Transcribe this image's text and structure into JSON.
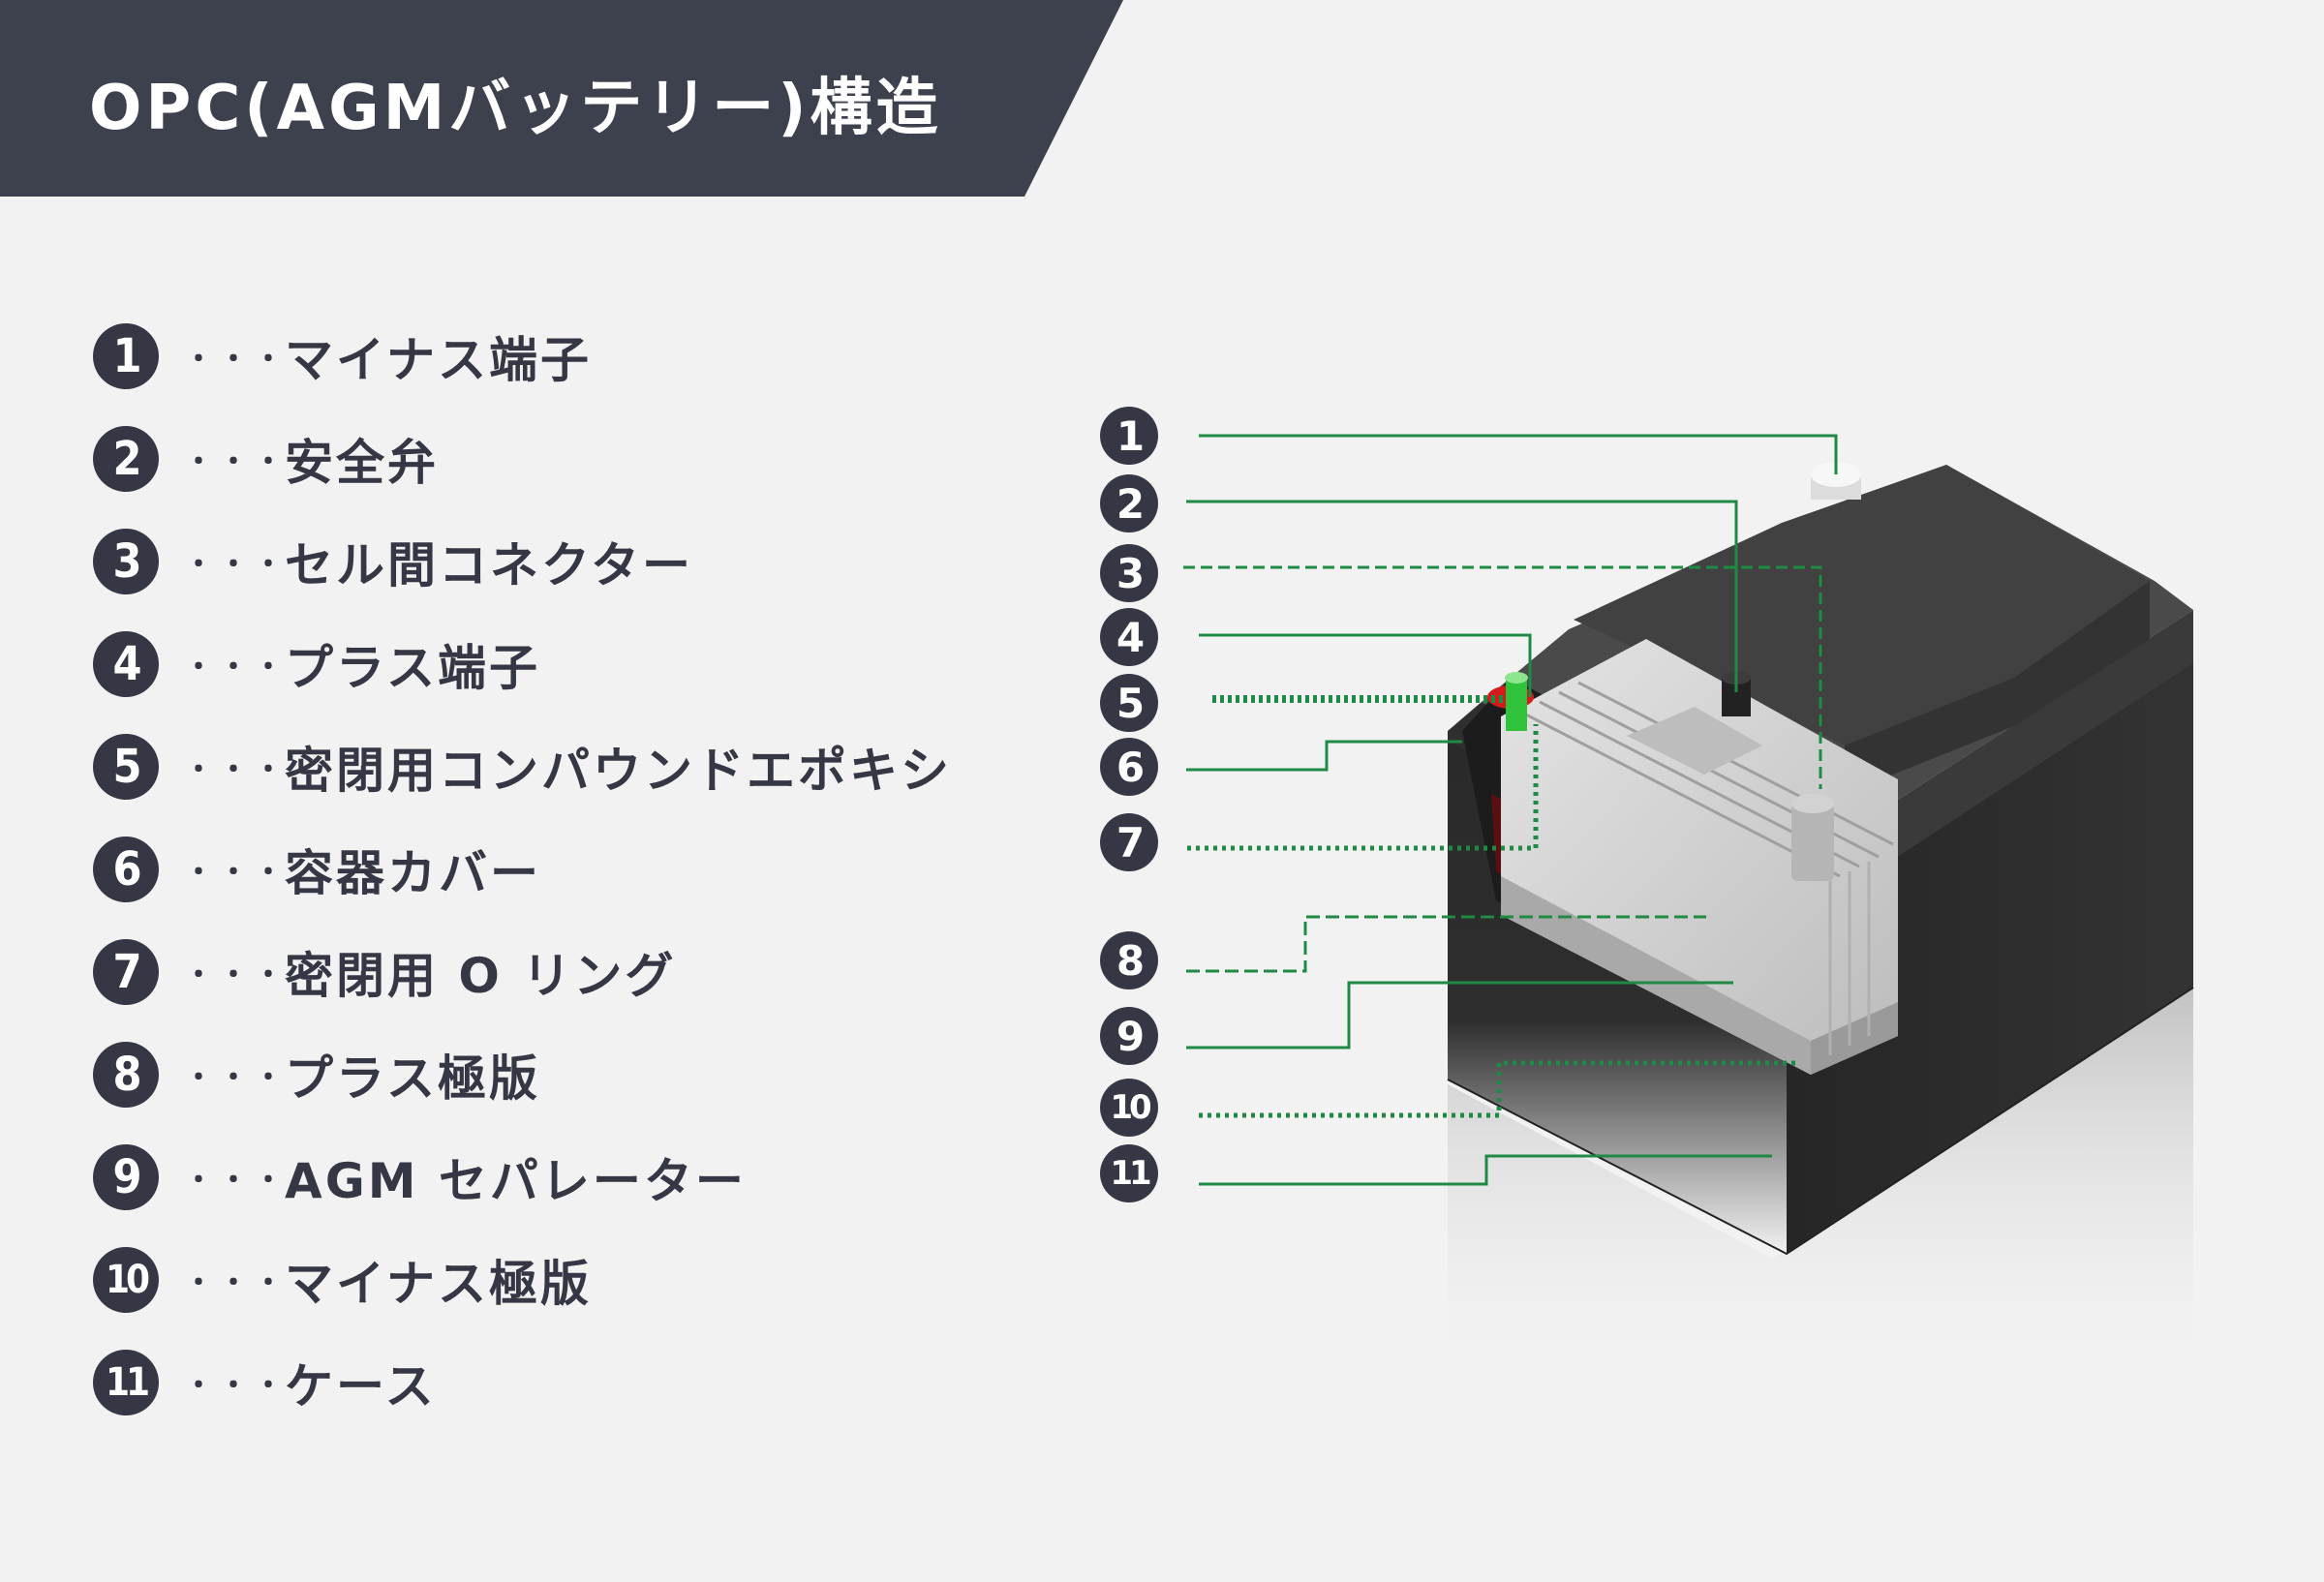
{
  "title": "OPC(AGMバッテリー)構造",
  "separator": "・・・",
  "items": [
    {
      "num": "1",
      "label": "マイナス端子"
    },
    {
      "num": "2",
      "label": "安全弁"
    },
    {
      "num": "3",
      "label": "セル間コネクター"
    },
    {
      "num": "4",
      "label": "プラス端子"
    },
    {
      "num": "5",
      "label": "密閉用コンパウンドエポキシ"
    },
    {
      "num": "6",
      "label": "容器カバー"
    },
    {
      "num": "7",
      "label": "密閉用 O リング"
    },
    {
      "num": "8",
      "label": "プラス極版"
    },
    {
      "num": "9",
      "label": "AGM セパレーター"
    },
    {
      "num": "10",
      "label": "マイナス極版"
    },
    {
      "num": "11",
      "label": "ケース"
    }
  ],
  "colors": {
    "banner": "#3d404d",
    "badge": "#353844",
    "text": "#353844",
    "leader": "#1e8a45",
    "background": "#f2f2f2"
  }
}
